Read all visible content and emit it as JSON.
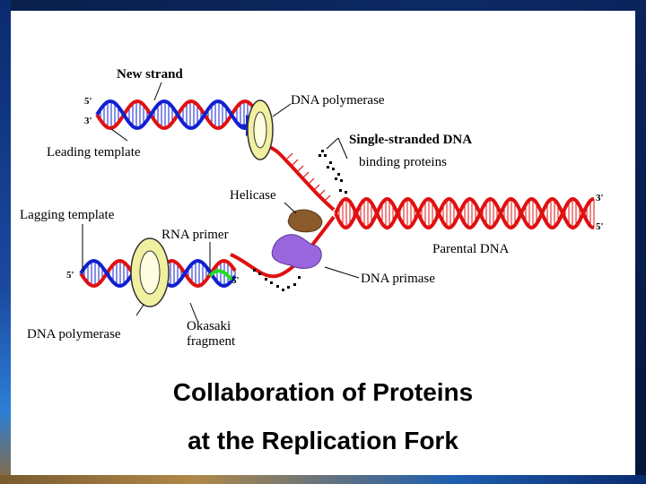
{
  "labels": {
    "new_strand": "New strand",
    "dna_polymerase_top": "DNA polymerase",
    "leading_template": "Leading template",
    "ssb_line1": "Single-stranded DNA",
    "ssb_line2": "binding proteins",
    "helicase": "Helicase",
    "lagging_template": "Lagging template",
    "rna_primer": "RNA primer",
    "parental_dna": "Parental DNA",
    "dna_primase": "DNA primase",
    "dna_polymerase_bottom": "DNA polymerase",
    "okasaki_line1": "Okasaki",
    "okasaki_line2": "fragment"
  },
  "strand_ends": {
    "top_5": "5'",
    "top_3": "3'",
    "right_3": "3'",
    "right_5": "5'",
    "lag_5_left": "5'",
    "lag_5_right": "5'"
  },
  "caption": {
    "line1": "Collaboration of Proteins",
    "line2": "at the Replication Fork"
  },
  "colors": {
    "parental_strand": "#e01010",
    "new_strand": "#1020d0",
    "primer": "#20dd20",
    "polymerase_ring": "#f0f0a0",
    "helicase": "#8b5a2b",
    "primase": "#9966dd"
  }
}
